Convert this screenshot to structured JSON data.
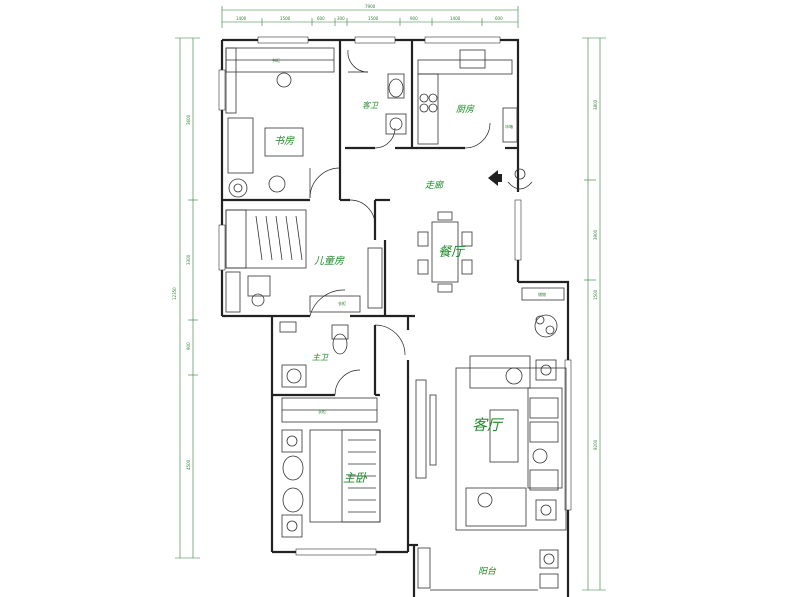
{
  "rooms": {
    "study": "书房",
    "guest_bath": "客卫",
    "kitchen": "厨房",
    "corridor": "走廊",
    "kids_room": "儿童房",
    "dining": "餐厅",
    "master_bath": "主卫",
    "living": "客厅",
    "master_bedroom": "主卧",
    "balcony": "阳台"
  },
  "small_labels": {
    "bookshelf": "书柜",
    "wardrobe_kids": "衣柜",
    "wardrobe_master": "衣柜",
    "fridge": "冰箱",
    "storage": "储物"
  },
  "dimensions": {
    "top_total": "7900",
    "top_segments": [
      "1400",
      "1500",
      "600",
      "300",
      "1500",
      "900",
      "1400",
      "600"
    ],
    "left_total": "12350",
    "left_segments": [
      "3600",
      "3300",
      "900",
      "4500"
    ],
    "right_segments": [
      "3800",
      "3900",
      "1500"
    ],
    "right_total": "9200"
  },
  "colors": {
    "label": "#1f8c2a",
    "dimension": "#2e7d32",
    "wall": "#222222"
  }
}
